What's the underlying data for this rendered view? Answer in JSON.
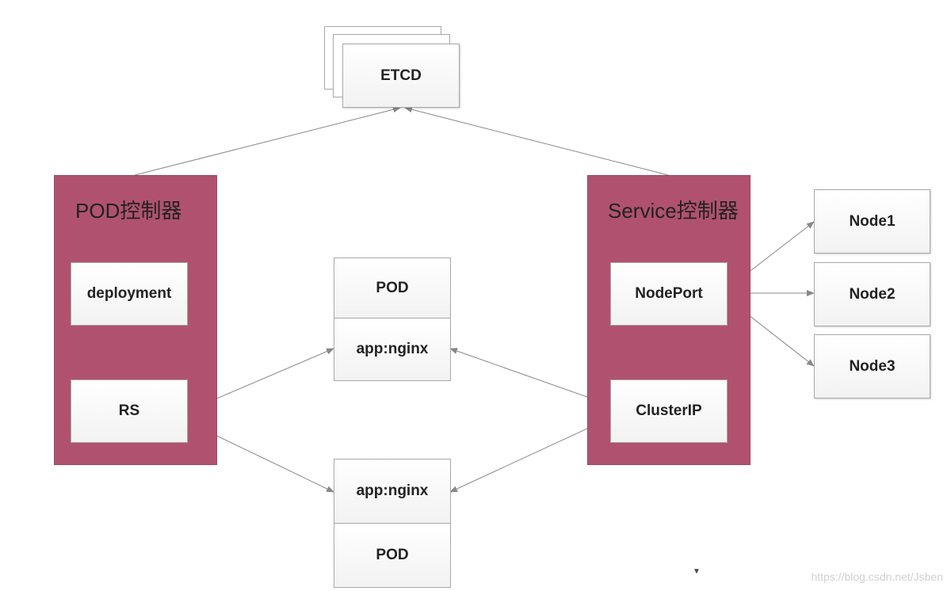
{
  "etcd": {
    "label": "ETCD"
  },
  "pod_controller": {
    "title": "POD控制器",
    "deployment": "deployment",
    "rs": "RS"
  },
  "service_controller": {
    "title": "Service控制器",
    "nodeport": "NodePort",
    "clusterip": "ClusterIP"
  },
  "pods": {
    "top": {
      "pod_label": "POD",
      "app_label": "app:nginx"
    },
    "bottom": {
      "app_label": "app:nginx",
      "pod_label": "POD"
    }
  },
  "nodes": [
    "Node1",
    "Node2",
    "Node3"
  ],
  "watermark": "https://blog.csdn.net/Jsben",
  "colors": {
    "controller_fill": "#b0526f",
    "box_border": "#a8a8a8",
    "arrow": "#888888"
  },
  "cursor_glyph": "▼"
}
